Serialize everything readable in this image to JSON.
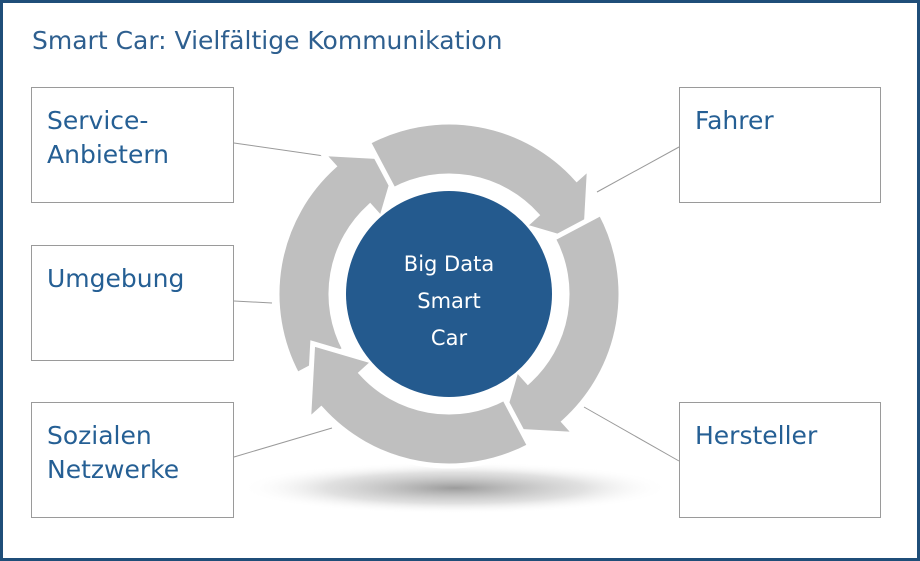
{
  "title": "Smart Car: Vielfältige Kommunikation",
  "center": {
    "line1": "Big Data",
    "line2": "Smart",
    "line3": "Car"
  },
  "boxes": {
    "service": {
      "line1": "Service-",
      "line2": "Anbietern"
    },
    "umgebung": {
      "line1": "Umgebung"
    },
    "sozial": {
      "line1": "Sozialen",
      "line2": "Netzwerke"
    },
    "fahrer": {
      "line1": "Fahrer"
    },
    "hersteller": {
      "line1": "Hersteller"
    }
  },
  "colors": {
    "frame": "#1f4e79",
    "accent": "#255f94",
    "circle": "#245a8e",
    "arrow": "#bfbfbf",
    "connector": "#9a9a9a"
  }
}
